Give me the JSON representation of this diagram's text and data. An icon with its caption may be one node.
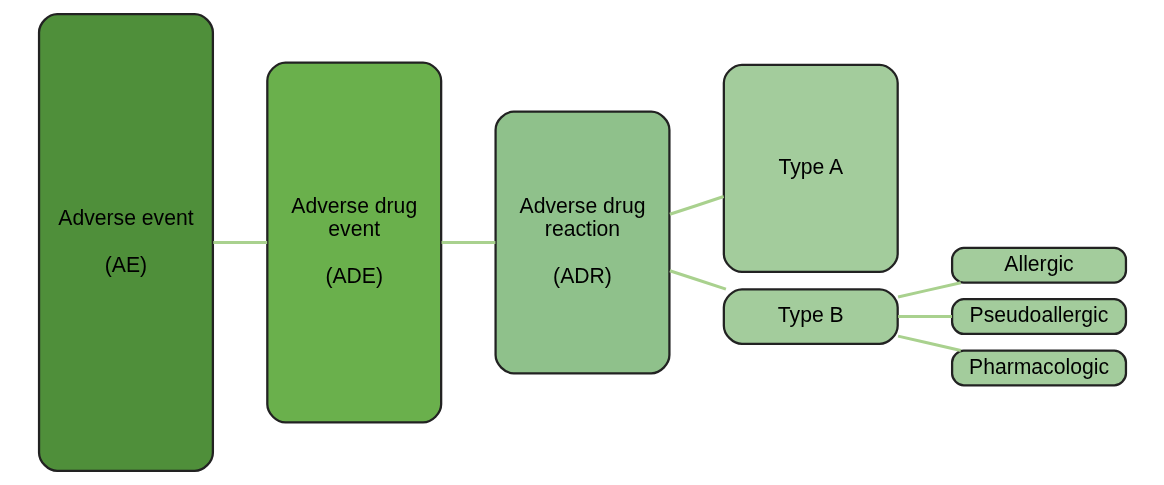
{
  "diagram": {
    "nodes": [
      {
        "text": [
          "Adverse event",
          "(AE)"
        ]
      },
      {
        "text": [
          "Adverse drug event",
          "(ADE)"
        ]
      },
      {
        "text": [
          "Adverse drug reaction",
          "(ADR)"
        ]
      },
      {
        "text": [
          "Type A"
        ]
      },
      {
        "text": [
          "Type B"
        ]
      },
      {
        "text": [
          "Allergic"
        ]
      },
      {
        "text": [
          "Pseudoallergic"
        ]
      },
      {
        "text": [
          "Pharmacologic"
        ]
      }
    ],
    "edges": [
      {
        "from": 0,
        "to": 1,
        "arrow": "none"
      },
      {
        "from": 1,
        "to": 2,
        "arrow": "none"
      },
      {
        "from": 2,
        "to": 3,
        "arrow": "none"
      },
      {
        "from": 2,
        "to": 4,
        "arrow": "none"
      },
      {
        "from": 4,
        "to": 5,
        "arrow": "none"
      },
      {
        "from": 4,
        "to": 6,
        "arrow": "none"
      },
      {
        "from": 4,
        "to": 7,
        "arrow": "none"
      }
    ]
  }
}
